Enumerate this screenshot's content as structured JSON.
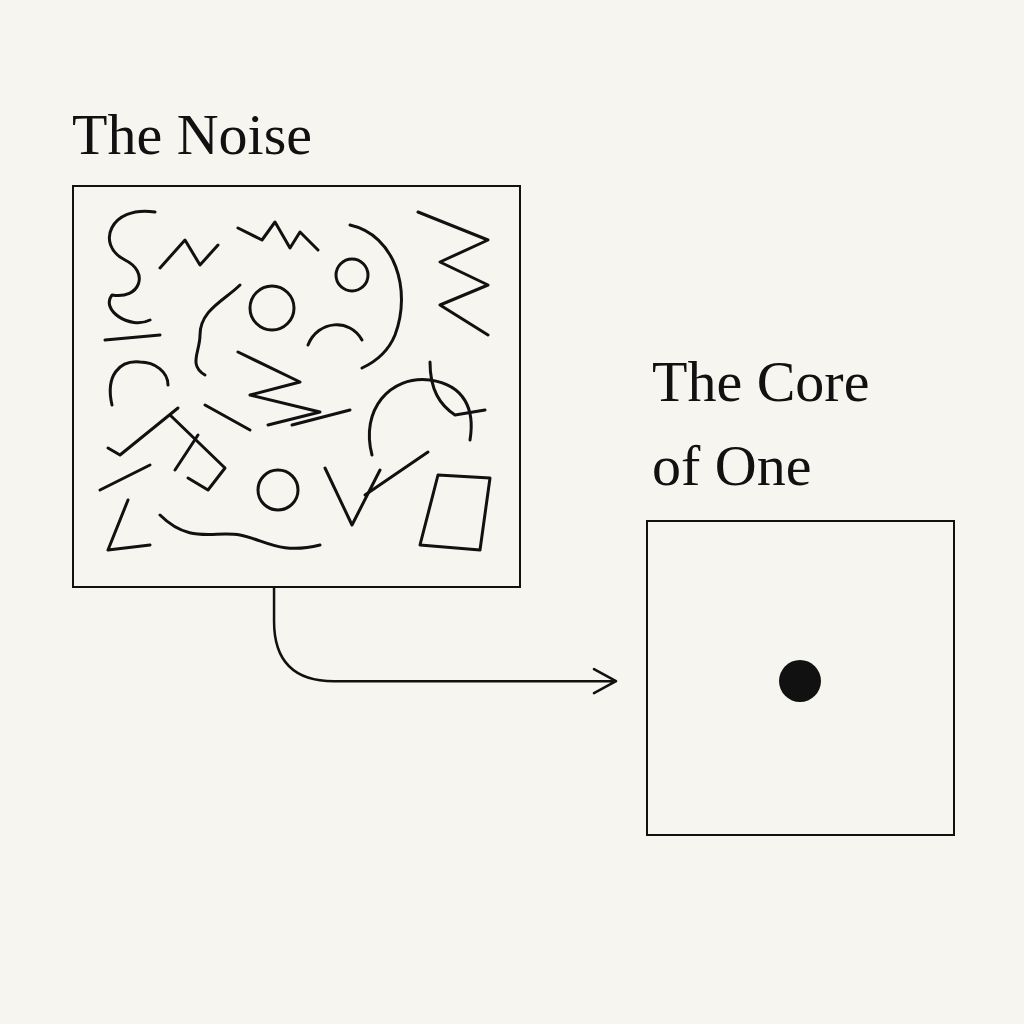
{
  "diagram": {
    "nodes": [
      {
        "text": [
          "The Noise"
        ]
      },
      {
        "text": [
          "The Core of One"
        ]
      }
    ],
    "edges": [
      {
        "from": 0,
        "to": 1,
        "arrow": "to"
      }
    ]
  }
}
